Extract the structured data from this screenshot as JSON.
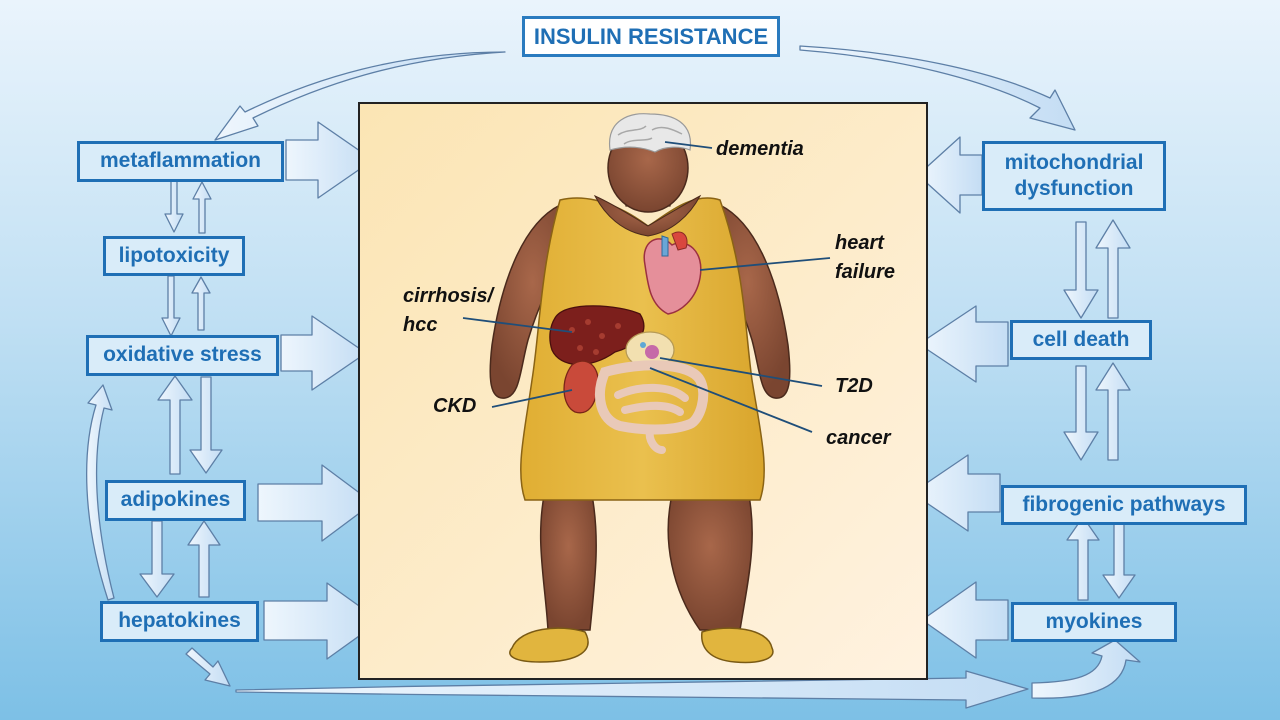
{
  "title": "INSULIN RESISTANCE",
  "left_factors": {
    "metaflammation": "metaflammation",
    "lipotoxicity": "lipotoxicity",
    "oxidative_stress": "oxidative stress",
    "adipokines": "adipokines",
    "hepatokines": "hepatokines"
  },
  "right_factors": {
    "mitochondrial_line1": "mitochondrial",
    "mitochondrial_line2": "dysfunction",
    "cell_death": "cell death",
    "fibrogenic_pathways": "fibrogenic pathways",
    "myokines": "myokines"
  },
  "organ_labels": {
    "dementia": "dementia",
    "heart_line1": "heart",
    "heart_line2": "failure",
    "cirrhosis_line1": "cirrhosis/",
    "cirrhosis_line2": "hcc",
    "t2d": "T2D",
    "ckd": "CKD",
    "cancer": "cancer"
  },
  "colors": {
    "box_border": "#1f6fb5",
    "box_fill": "#d9ecf9",
    "arrow_fill": "#d2e6f8",
    "arrow_stroke": "#5d7fa6",
    "panel_fill": "#fbe5b4",
    "skin": "#8a5138",
    "dress": "#e4b43c"
  }
}
